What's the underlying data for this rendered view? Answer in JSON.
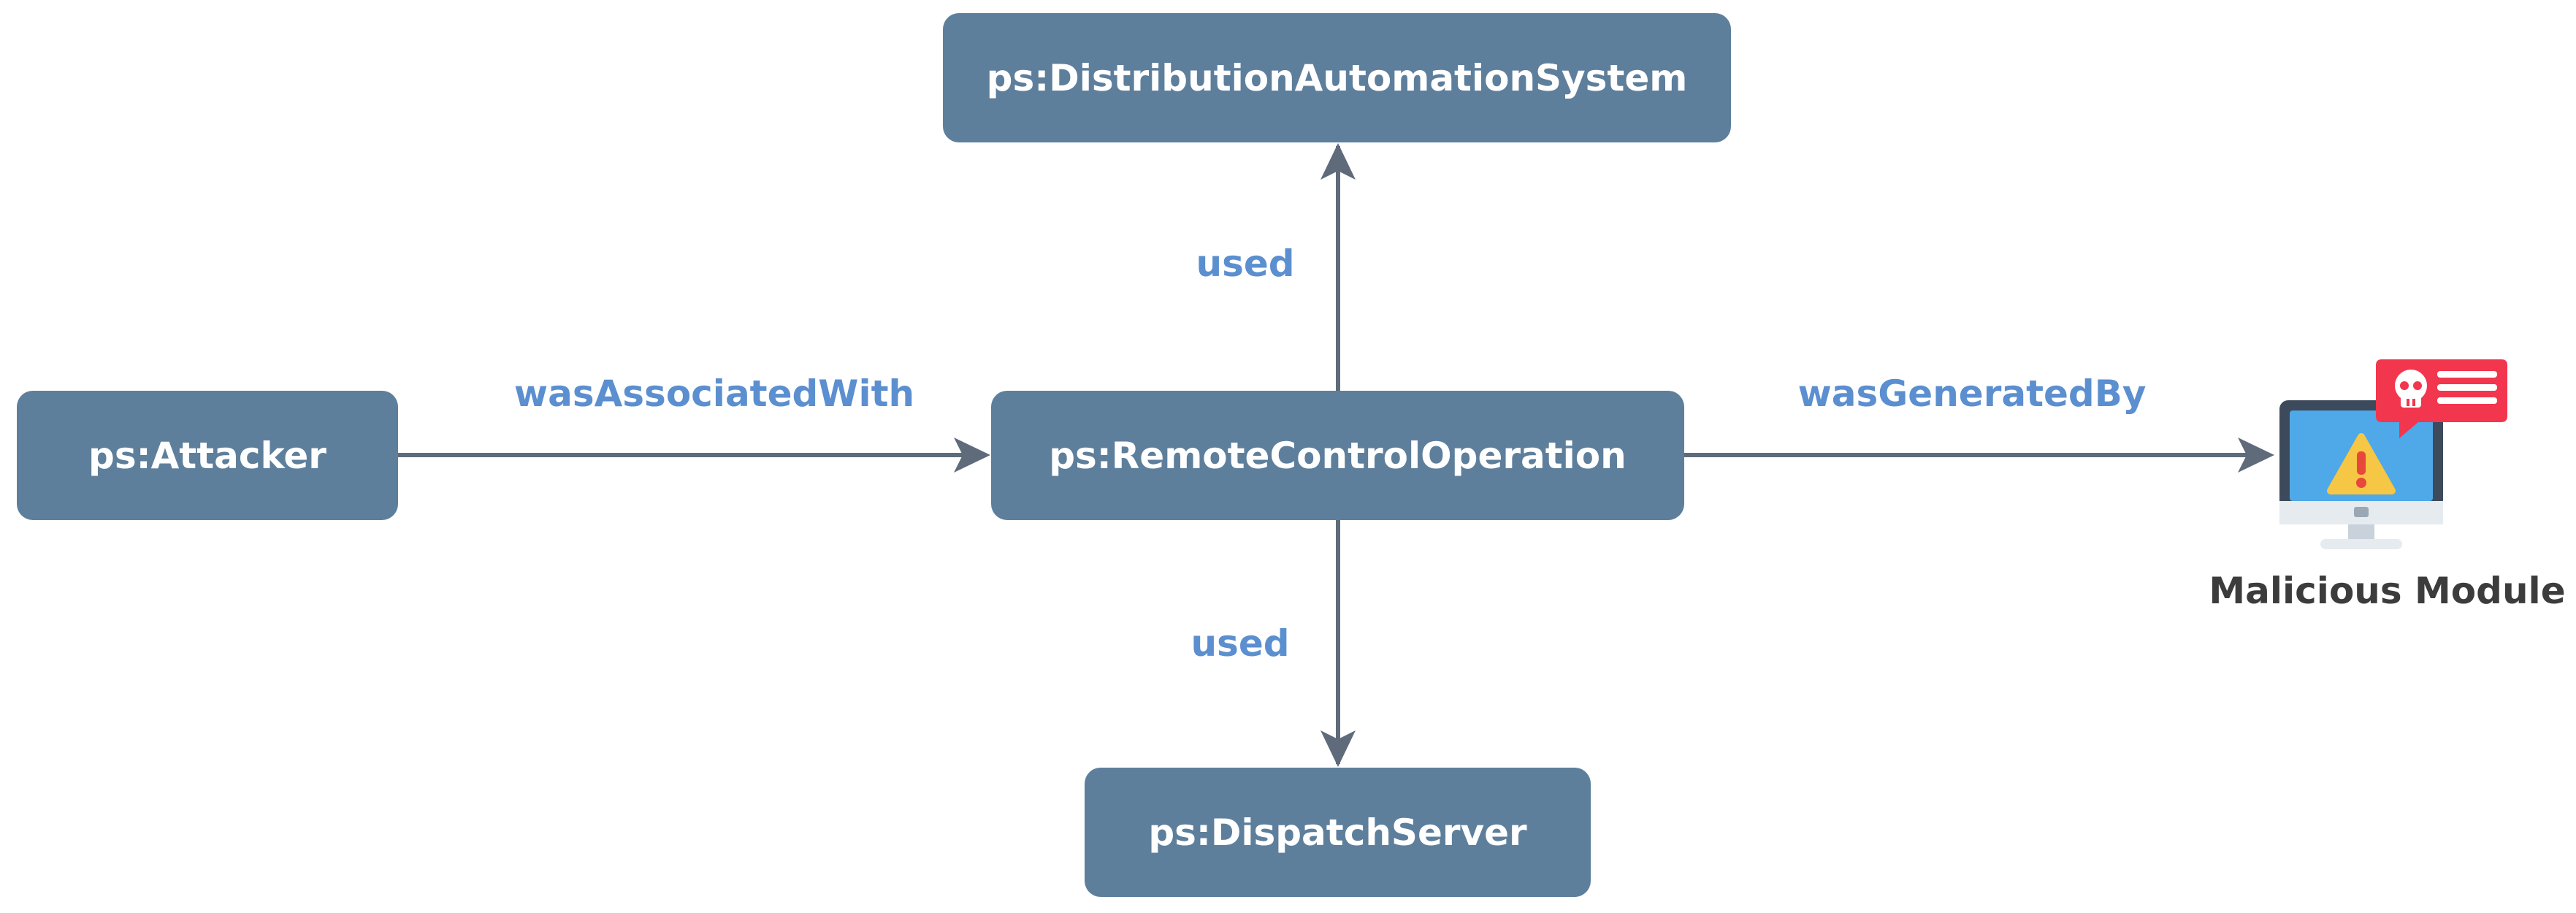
{
  "nodes": {
    "distribution_automation_system": "ps:DistributionAutomationSystem",
    "attacker": "ps:Attacker",
    "remote_control_operation": "ps:RemoteControlOperation",
    "dispatch_server": "ps:DispatchServer"
  },
  "edges": {
    "used_top": "used",
    "used_bottom": "used",
    "was_associated_with": "wasAssociatedWith",
    "was_generated_by": "wasGeneratedBy"
  },
  "malicious_module": {
    "label": "Malicious Module",
    "icon": "monitor-warning-icon"
  },
  "colors": {
    "node_fill": "#5e7f9c",
    "node_text": "#ffffff",
    "edge_label": "#5b8fd0",
    "arrow": "#5f6b7a",
    "monitor_screen": "#4fa8e8",
    "alert_badge": "#f2364d",
    "warning": "#f6c744"
  }
}
